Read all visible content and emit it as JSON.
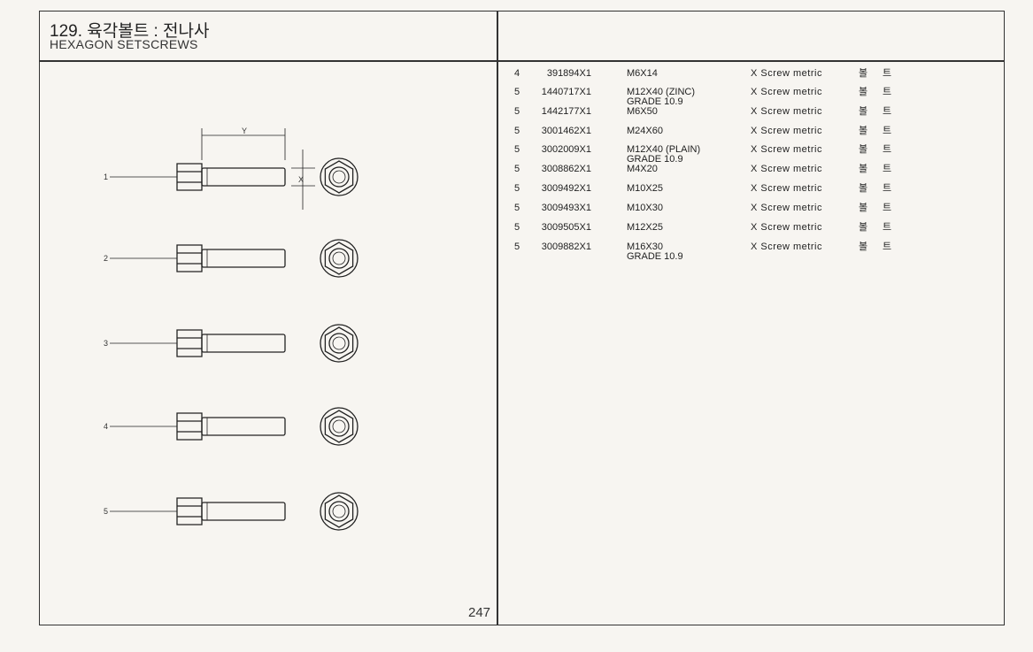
{
  "header": {
    "title": "129. 육각볼트 : 전나사",
    "subtitle": "HEXAGON SETSCREWS"
  },
  "page_number": "247",
  "drawing": {
    "callouts": [
      "1",
      "2",
      "3",
      "4",
      "5"
    ],
    "dim_y": "Y",
    "dim_x": "X"
  },
  "parts": [
    {
      "qty": "4",
      "part_no": "391894X1",
      "desc": "M6X14",
      "desc2": "",
      "name": "X Screw metric",
      "kr1": "볼",
      "kr2": "트"
    },
    {
      "qty": "5",
      "part_no": "1440717X1",
      "desc": "M12X40 (ZINC)",
      "desc2": "GRADE 10.9",
      "name": "X Screw metric",
      "kr1": "볼",
      "kr2": "트"
    },
    {
      "qty": "5",
      "part_no": "1442177X1",
      "desc": "M6X50",
      "desc2": "",
      "name": "X Screw metric",
      "kr1": "볼",
      "kr2": "트"
    },
    {
      "qty": "5",
      "part_no": "3001462X1",
      "desc": "M24X60",
      "desc2": "",
      "name": "X Screw metric",
      "kr1": "볼",
      "kr2": "트"
    },
    {
      "qty": "5",
      "part_no": "3002009X1",
      "desc": "M12X40 (PLAIN)",
      "desc2": "GRADE 10.9",
      "name": "X Screw metric",
      "kr1": "볼",
      "kr2": "트"
    },
    {
      "qty": "5",
      "part_no": "3008862X1",
      "desc": "M4X20",
      "desc2": "",
      "name": "X Screw metric",
      "kr1": "볼",
      "kr2": "트"
    },
    {
      "qty": "5",
      "part_no": "3009492X1",
      "desc": "M10X25",
      "desc2": "",
      "name": "X Screw metric",
      "kr1": "볼",
      "kr2": "트"
    },
    {
      "qty": "5",
      "part_no": "3009493X1",
      "desc": "M10X30",
      "desc2": "",
      "name": "X Screw metric",
      "kr1": "볼",
      "kr2": "트"
    },
    {
      "qty": "5",
      "part_no": "3009505X1",
      "desc": "M12X25",
      "desc2": "",
      "name": "X Screw metric",
      "kr1": "볼",
      "kr2": "트"
    },
    {
      "qty": "5",
      "part_no": "3009882X1",
      "desc": "M16X30",
      "desc2": "GRADE 10.9",
      "name": "X Screw metric",
      "kr1": "볼",
      "kr2": "트"
    }
  ]
}
